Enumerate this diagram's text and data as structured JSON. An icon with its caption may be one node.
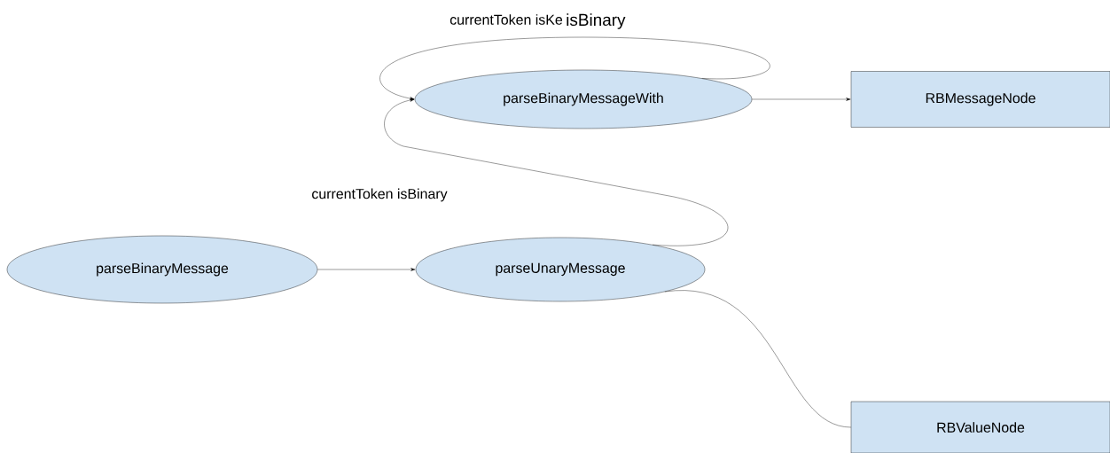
{
  "diagram": {
    "nodes": [
      {
        "text": [
          "parseBinaryMessageWith"
        ]
      },
      {
        "text": [
          "RBMessageNode"
        ]
      },
      {
        "text": [
          "parseBinaryMessage"
        ]
      },
      {
        "text": [
          "parseUnaryMessage"
        ]
      },
      {
        "text": [
          "RBValueNode"
        ]
      }
    ],
    "edges": [
      {
        "from": 2,
        "to": 3,
        "arrow": "to"
      },
      {
        "from": 3,
        "to": 0,
        "arrow": "to",
        "label": "currentToken isBinary"
      },
      {
        "from": 0,
        "to": 0,
        "arrow": "to",
        "label": "currentToken isKe"
      },
      {
        "from": 0,
        "to": 1,
        "arrow": "to"
      },
      {
        "from": 3,
        "to": 4,
        "arrow": "none"
      }
    ],
    "labels": [
      "isBinary"
    ]
  }
}
